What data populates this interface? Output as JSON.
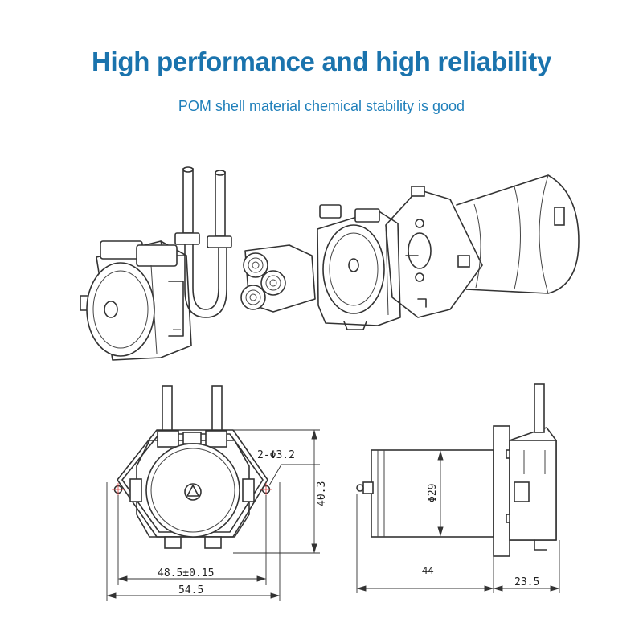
{
  "header": {
    "title": "High performance and high reliability",
    "subtitle": "POM shell material chemical stability is good"
  },
  "dimensions": {
    "hole_spec": "2-Φ3.2",
    "height": "40.3",
    "hole_spacing": "48.5±0.15",
    "overall_width": "54.5",
    "motor_diameter": "Φ29",
    "motor_length": "44",
    "pump_head_length": "23.5"
  },
  "colors": {
    "title": "#1a73ad",
    "subtitle": "#1f7fba",
    "line": "#333333",
    "center_mark": "#e04040"
  }
}
